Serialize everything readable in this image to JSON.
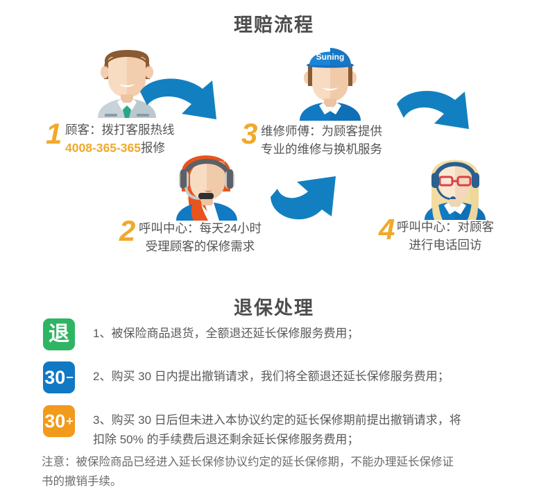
{
  "sections": {
    "claims_title": "理赔流程",
    "refund_title": "退保处理"
  },
  "flow_steps": [
    {
      "number": "1",
      "line1": "顾客：拨打客服热线",
      "line2_prefix": "",
      "phone": "4008-365-365",
      "line2_suffix": "报修",
      "person": "male-customer-with-tie"
    },
    {
      "number": "2",
      "line1": "呼叫中心：每天24小时",
      "line2": "受理顾客的保修需求",
      "person": "female-call-agent-headset"
    },
    {
      "number": "3",
      "line1": "维修师傅：为顾客提供",
      "line2": "专业的维修与换机服务",
      "person": "technician-suning-cap"
    },
    {
      "number": "4",
      "line1": "呼叫中心：对顾客",
      "line2": "进行电话回访",
      "person": "blonde-agent-glasses-headset"
    }
  ],
  "cap_logo_text": "Suning",
  "refund_items": [
    {
      "badge_main": "退",
      "badge_sup": "",
      "badge_color": "#2eb563",
      "line1": "1、被保险商品退货，全额退还延长保修服务费用；",
      "line2": ""
    },
    {
      "badge_main": "30",
      "badge_sup": "−",
      "badge_color": "#1178c4",
      "line1": "2、购买 30 日内提出撤销请求，我们将全额退还延长保修服务费用；",
      "line2": ""
    },
    {
      "badge_main": "30",
      "badge_sup": "+",
      "badge_color": "#f29a1b",
      "line1": "3、购买 30 日后但未进入本协议约定的延长保修期前提出撤销请求，将",
      "line2": "扣除 50% 的手续费后退还剩余延长保修服务费用；"
    }
  ],
  "note": {
    "line1": "注意：被保险商品已经进入延长保修协议约定的延长保修期，不能办理延长保修证",
    "line2": "书的撤销手续。"
  },
  "colors": {
    "accent_orange": "#f0a92b",
    "accent_blue": "#1280c0",
    "badge_green": "#2eb563",
    "badge_blue": "#1178c4",
    "badge_orange": "#f29a1b",
    "heading": "#4d4d4d",
    "body_text": "#595959"
  }
}
